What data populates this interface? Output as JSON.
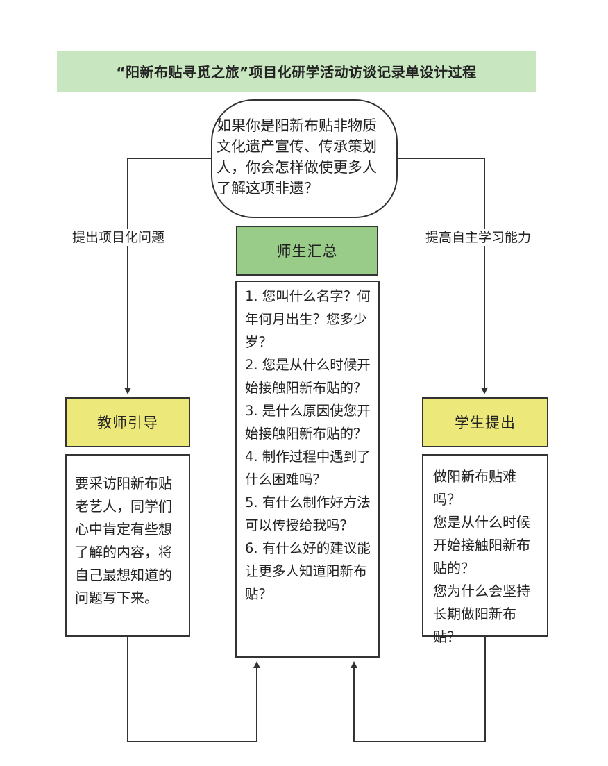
{
  "title": "“阳新布贴寻觅之旅”项目化研学活动访谈记录单设计过程",
  "colors": {
    "title_background": "#c8e6bf",
    "summary_header_fill": "#98cc88",
    "side_header_fill": "#ece87a",
    "line": "#333333"
  },
  "central_question": "如果你是阳新布贴非物质文化遗产宣传、传承策划人，你会怎样做使更多人了解这项非遗？",
  "left_branch_label": "提出项目化问题",
  "right_branch_label": "提高自主学习能力",
  "summary": {
    "header": "师生汇总",
    "items": [
      "1. 您叫什么名字？何年何月出生？您多少岁？",
      "2. 您是从什么时候开始接触阳新布贴的？",
      "3. 是什么原因使您开始接触阳新布贴的？",
      "4. 制作过程中遇到了什么困难吗？",
      "5. 有什么制作好方法可以传授给我吗？",
      "6. 有什么好的建议能让更多人知道阳新布贴？"
    ]
  },
  "teacher": {
    "header": "教师引导",
    "text": "要采访阳新布贴老艺人，同学们心中肯定有些想了解的内容，将自己最想知道的问题写下来。"
  },
  "student": {
    "header": "学生提出",
    "items": [
      "做阳新布贴难吗？",
      "您是从什么时候开始接触阳新布贴的？",
      "您为什么会坚持长期做阳新布贴？"
    ]
  }
}
